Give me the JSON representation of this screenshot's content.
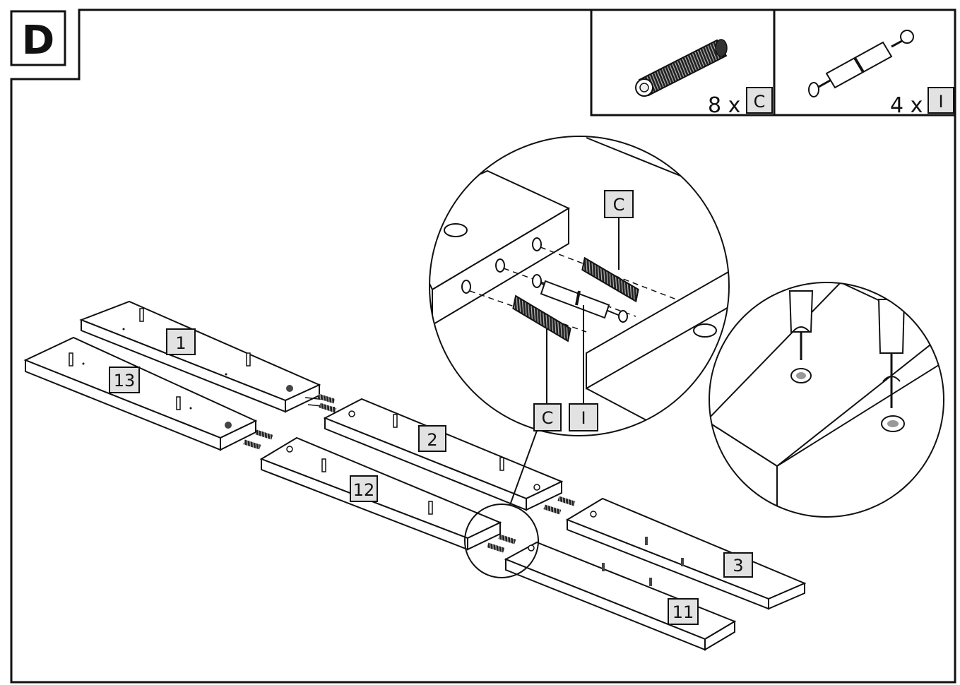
{
  "step": {
    "letter": "D"
  },
  "parts_legend": [
    {
      "qty": "8 x",
      "code": "C",
      "icon": "wooden-dowel-icon"
    },
    {
      "qty": "4 x",
      "code": "I",
      "icon": "cam-bolt-connector-icon"
    }
  ],
  "boards": [
    {
      "label": "1"
    },
    {
      "label": "13"
    },
    {
      "label": "2"
    },
    {
      "label": "12"
    },
    {
      "label": "3"
    },
    {
      "label": "11"
    }
  ],
  "detail_callouts": {
    "dowel": "C",
    "dowel_lower": "C",
    "connector": "I"
  },
  "colors": {
    "ink": "#111111",
    "label_fill": "#e2e2e2",
    "board_fill": "#ffffff"
  }
}
